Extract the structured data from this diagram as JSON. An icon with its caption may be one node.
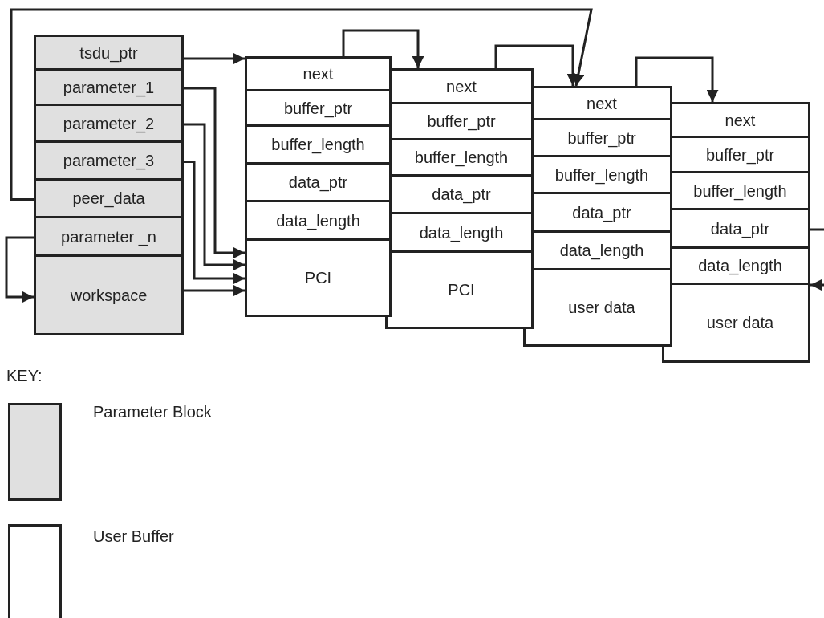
{
  "diagram": {
    "nodes": [
      {
        "text": [],
        "shape": "box"
      },
      {
        "text": [
          "tsdu_ptr"
        ],
        "in": 0
      },
      {
        "text": [
          "parameter_1"
        ],
        "in": 0
      },
      {
        "text": [
          "parameter_2"
        ],
        "in": 0
      },
      {
        "text": [
          "parameter_3"
        ],
        "in": 0
      },
      {
        "text": [
          "peer_data"
        ],
        "in": 0
      },
      {
        "text": [
          "parameter _n"
        ],
        "in": 0
      },
      {
        "text": [
          "workspace"
        ],
        "in": 0
      },
      {
        "text": [],
        "shape": "box"
      },
      {
        "text": [
          "next"
        ],
        "in": 8
      },
      {
        "text": [
          "buffer_ptr"
        ],
        "in": 8
      },
      {
        "text": [
          "buffer_length"
        ],
        "in": 8
      },
      {
        "text": [
          "data_ptr"
        ],
        "in": 8
      },
      {
        "text": [
          "data_length"
        ],
        "in": 8
      },
      {
        "text": [
          "PCI"
        ],
        "in": 8
      },
      {
        "text": [],
        "shape": "box"
      },
      {
        "text": [
          "next"
        ],
        "in": 15
      },
      {
        "text": [
          "buffer_ptr"
        ],
        "in": 15
      },
      {
        "text": [
          "buffer_length"
        ],
        "in": 15
      },
      {
        "text": [
          "data_ptr"
        ],
        "in": 15
      },
      {
        "text": [
          "data_length"
        ],
        "in": 15
      },
      {
        "text": [
          "PCI"
        ],
        "in": 15
      },
      {
        "text": [],
        "shape": "box"
      },
      {
        "text": [
          "next"
        ],
        "in": 22
      },
      {
        "text": [
          "buffer_ptr"
        ],
        "in": 22
      },
      {
        "text": [
          "buffer_length"
        ],
        "in": 22
      },
      {
        "text": [
          "data_ptr"
        ],
        "in": 22
      },
      {
        "text": [
          "data_length"
        ],
        "in": 22
      },
      {
        "text": [
          "user data"
        ],
        "in": 22
      },
      {
        "text": [],
        "shape": "box"
      },
      {
        "text": [
          "next"
        ],
        "in": 29
      },
      {
        "text": [
          "buffer_ptr"
        ],
        "in": 29
      },
      {
        "text": [
          "buffer_length"
        ],
        "in": 29
      },
      {
        "text": [
          "data_ptr"
        ],
        "in": 29
      },
      {
        "text": [
          "data_length"
        ],
        "in": 29
      },
      {
        "text": [
          "user data"
        ],
        "in": 29
      }
    ],
    "edges": [
      {
        "from": 1,
        "to": 8,
        "arrow": "to"
      },
      {
        "from": 2,
        "to": 14,
        "arrow": "to"
      },
      {
        "from": 3,
        "to": 14,
        "arrow": "to"
      },
      {
        "from": 4,
        "to": 14,
        "arrow": "to"
      },
      {
        "from": 7,
        "to": 14,
        "arrow": "to"
      },
      {
        "from": 6,
        "to": 7,
        "arrow": "to"
      },
      {
        "from": 5,
        "to": 23,
        "arrow": "to"
      },
      {
        "from": 9,
        "to": 16,
        "arrow": "to"
      },
      {
        "from": 16,
        "to": 23,
        "arrow": "to"
      },
      {
        "from": 23,
        "to": 30,
        "arrow": "to"
      },
      {
        "from": 33,
        "to": null,
        "arrow": "none"
      },
      {
        "from": null,
        "to": 29,
        "arrow": "to"
      }
    ],
    "labels": [
      "KEY:"
    ],
    "legend": [
      {
        "text": "Parameter Block",
        "color": "#e0e0e0"
      },
      {
        "text": "User Buffer",
        "color": "#ffffff"
      }
    ]
  }
}
